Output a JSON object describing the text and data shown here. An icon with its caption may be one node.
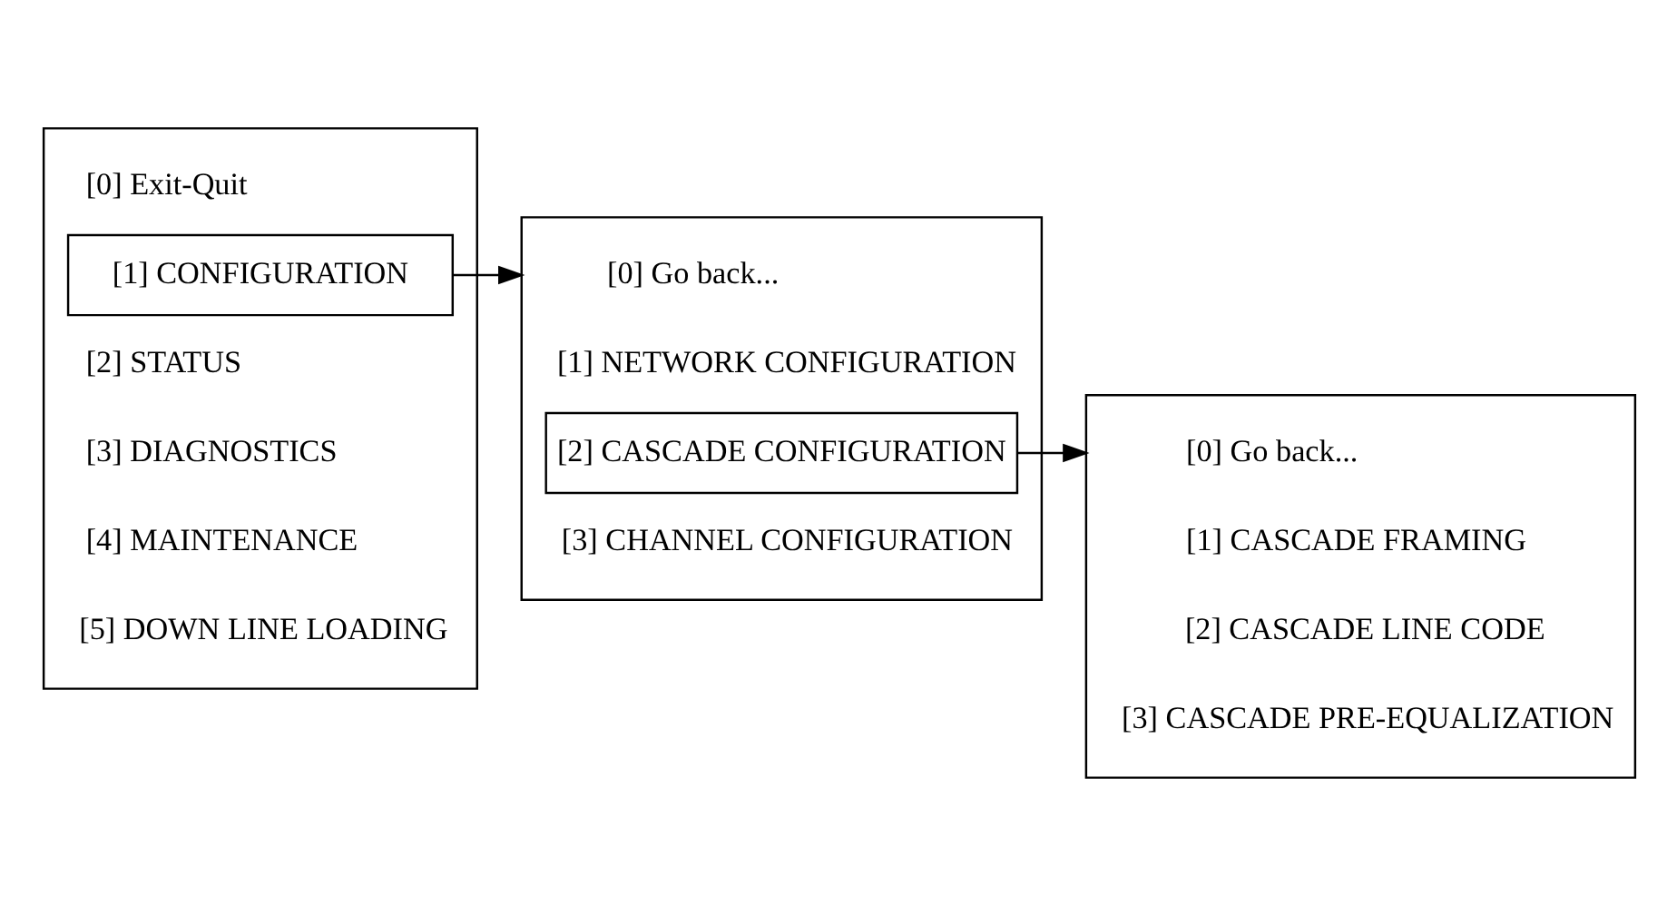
{
  "diagram": {
    "nodes": [
      {
        "text": [],
        "shape": "box"
      },
      {
        "text": [
          "[0] Exit-Quit"
        ],
        "in": 0
      },
      {
        "text": [
          "[1] CONFIGURATION"
        ],
        "in": 0
      },
      {
        "text": [
          "[2] STATUS"
        ],
        "in": 0
      },
      {
        "text": [
          "[3] DIAGNOSTICS"
        ],
        "in": 0
      },
      {
        "text": [
          "[4] MAINTENANCE"
        ],
        "in": 0
      },
      {
        "text": [
          "[5] DOWN LINE LOADING"
        ],
        "in": 0
      },
      {
        "text": [],
        "shape": "box"
      },
      {
        "text": [
          "[0] Go back..."
        ],
        "in": 7
      },
      {
        "text": [
          "[1] NETWORK CONFIGURATION"
        ],
        "in": 7
      },
      {
        "text": [
          "[2] CASCADE CONFIGURATION"
        ],
        "in": 7
      },
      {
        "text": [
          "[3] CHANNEL CONFIGURATION"
        ],
        "in": 7
      },
      {
        "text": [],
        "shape": "box"
      },
      {
        "text": [
          "[0] Go back..."
        ],
        "in": 12
      },
      {
        "text": [
          "[1] CASCADE FRAMING"
        ],
        "in": 12
      },
      {
        "text": [
          "[2] CASCADE LINE CODE"
        ],
        "in": 12
      },
      {
        "text": [
          "[3] CASCADE PRE-EQUALIZATION"
        ],
        "in": 12
      }
    ],
    "edges": [
      {
        "from": 2,
        "to": 7,
        "arrow": "to"
      },
      {
        "from": 10,
        "to": 12,
        "arrow": "to"
      }
    ]
  }
}
